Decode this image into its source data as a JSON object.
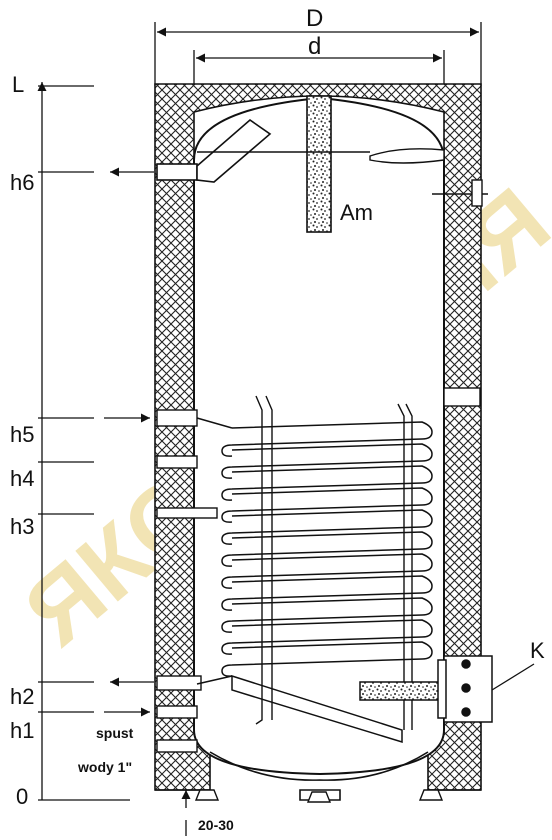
{
  "watermark": "ЯКОМПЛЕНІЯ",
  "dimensions": {
    "outer_width": "D",
    "inner_width": "d",
    "total_height": "L"
  },
  "height_labels": [
    "h6",
    "h5",
    "h4",
    "h3",
    "h2",
    "h1",
    "0"
  ],
  "labels": {
    "anode": "Am",
    "flange": "K",
    "drain_line1": "spust",
    "drain_line2": "wody 1\"",
    "foot_gap": "20-30"
  },
  "colors": {
    "line": "#111111",
    "insulation_fill": "#ffffff",
    "watermark": "#f2e4b4"
  }
}
